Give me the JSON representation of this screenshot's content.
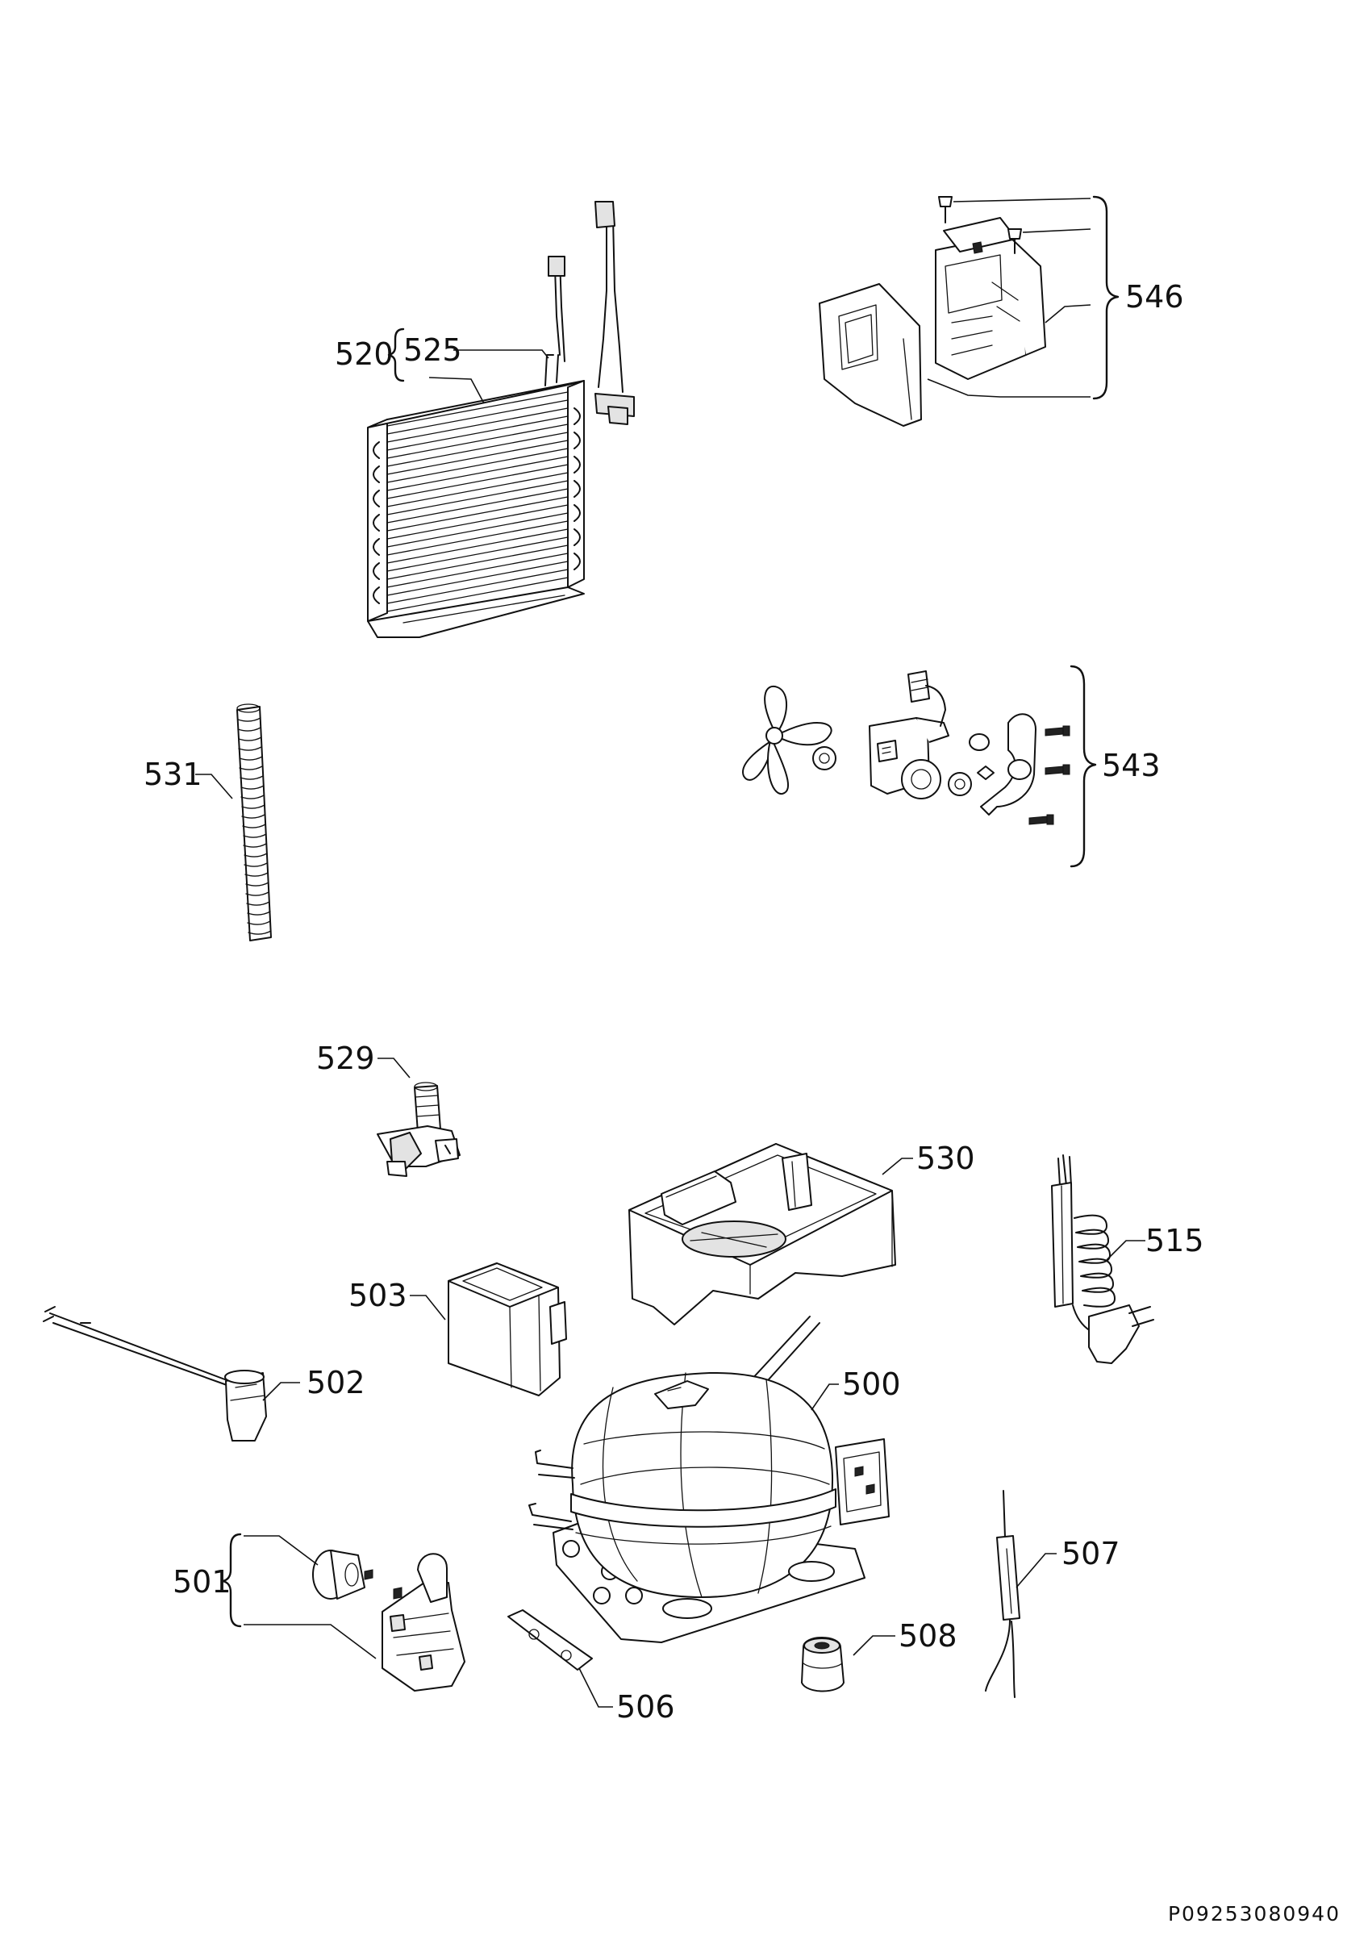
{
  "labels": {
    "p546": "546",
    "p520": "520",
    "p525": "525",
    "p531": "531",
    "p543": "543",
    "p529": "529",
    "p530": "530",
    "p515": "515",
    "p503": "503",
    "p502": "502",
    "p500": "500",
    "p501": "501",
    "p507": "507",
    "p508": "508",
    "p506": "506"
  },
  "document_code": "P09253080940"
}
